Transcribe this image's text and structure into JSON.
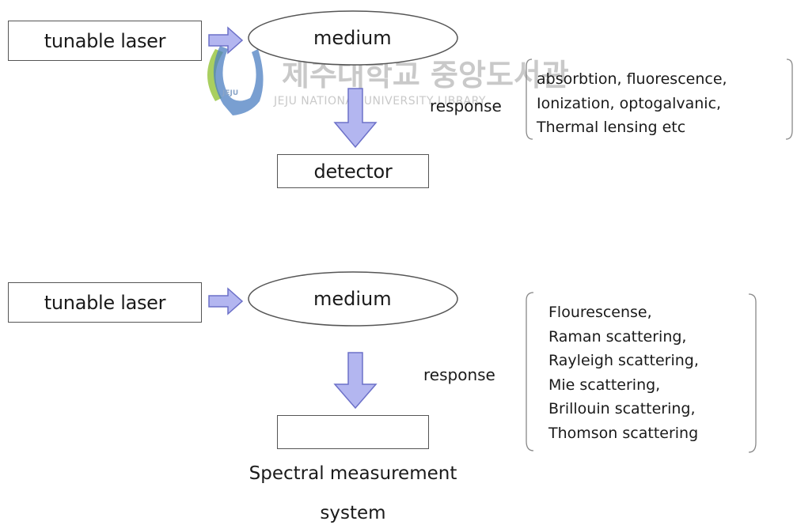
{
  "colors": {
    "arrow_fill": "#b3b6f0",
    "arrow_stroke": "#6c70c8",
    "box_border": "#555555",
    "watermark": "#c9c9c9",
    "logo_blue": "#4c7fc2",
    "logo_green": "#a9cf60"
  },
  "watermark": {
    "korean": "제주대학교 중앙도서관",
    "english": "JEJU NATIONAL UNIVERSITY LIBRARY",
    "logo_text": "JEJU"
  },
  "diagram_top": {
    "laser_label": "tunable laser",
    "medium_label": "medium",
    "detector_label": "detector",
    "response_label": "response",
    "response_items": [
      "absorbtion, fluorescence,",
      "Ionization, optogalvanic,",
      "Thermal lensing etc"
    ]
  },
  "diagram_bottom": {
    "laser_label": "tunable laser",
    "medium_label": "medium",
    "system_box_label": "",
    "system_caption_line1": "Spectral measurement",
    "system_caption_line2": "system",
    "response_label": "response",
    "response_items": [
      "Flourescense,",
      "Raman scattering,",
      "Rayleigh scattering,",
      "Mie scattering,",
      "Brillouin scattering,",
      "Thomson scattering"
    ]
  }
}
